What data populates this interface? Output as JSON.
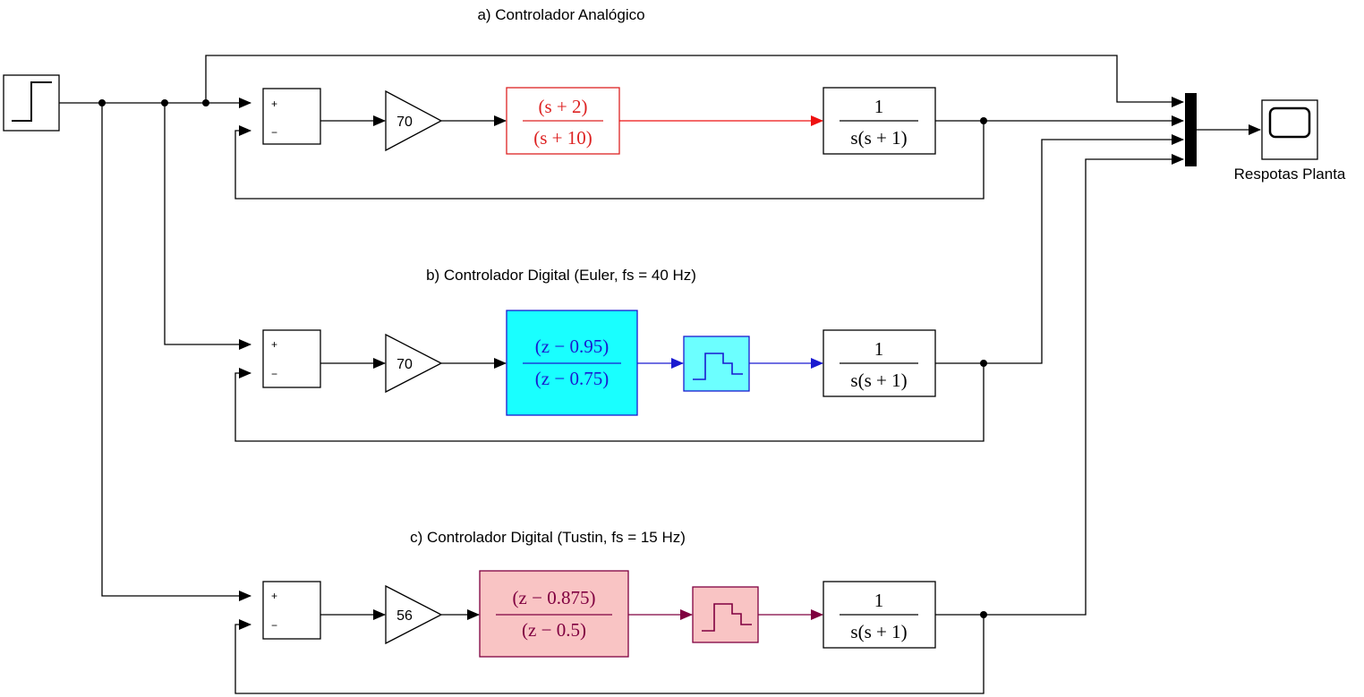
{
  "titles": {
    "a": "a) Controlador Analógico",
    "b": "b) Controlador Digital (Euler, fs = 40 Hz)",
    "c": "c) Controlador Digital (Tustin, fs = 15 Hz)"
  },
  "scope_label": "Respotas Planta",
  "sum_signs": {
    "plus": "+",
    "minus": "−"
  },
  "rows": {
    "a": {
      "gain": "70",
      "controller_num": "(s + 2)",
      "controller_den": "(s + 10)",
      "plant_num": "1",
      "plant_den": "s(s + 1)",
      "color": "#dd2222"
    },
    "b": {
      "gain": "70",
      "controller_num": "(z − 0.95)",
      "controller_den": "(z − 0.75)",
      "plant_num": "1",
      "plant_den": "s(s + 1)",
      "color": "#1a1ad0",
      "fill": "#19ffff"
    },
    "c": {
      "gain": "56",
      "controller_num": "(z − 0.875)",
      "controller_den": "(z − 0.5)",
      "plant_num": "1",
      "plant_den": "s(s + 1)",
      "color": "#800040",
      "fill": "#f9c4c4"
    }
  }
}
